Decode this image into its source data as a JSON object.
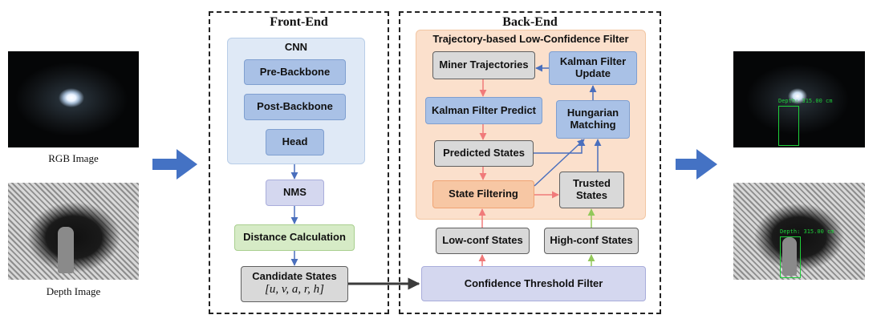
{
  "inputs": {
    "rgb_label": "RGB Image",
    "depth_label": "Depth Image"
  },
  "outputs": {
    "depth_overlay_text": "Depth: 315.00 cm"
  },
  "front_end": {
    "title": "Front-End",
    "cnn": {
      "title": "CNN",
      "pre_backbone": "Pre-Backbone",
      "post_backbone": "Post-Backbone",
      "head": "Head"
    },
    "nms": "NMS",
    "distance": "Distance Calculation",
    "candidate_title": "Candidate States",
    "candidate_vector": "[u, v, a, r, h]"
  },
  "back_end": {
    "title": "Back-End",
    "filter_title": "Trajectory-based Low-Confidence Filter",
    "miner_trajectories": "Miner Trajectories",
    "kalman_update": "Kalman Filter Update",
    "kalman_predict": "Kalman Filter Predict",
    "hungarian": "Hungarian Matching",
    "predicted_states": "Predicted States",
    "state_filtering": "State Filtering",
    "trusted_states": "Trusted States",
    "low_conf": "Low-conf States",
    "high_conf": "High-conf States",
    "threshold_filter": "Confidence Threshold Filter"
  },
  "colors": {
    "big_arrow": "#4472c4",
    "arrow_blue": "#4a6fbd",
    "arrow_red": "#f07a7a",
    "arrow_green": "#92c85a",
    "arrow_dark": "#3b3b3b",
    "detection_box": "#1fcf3a"
  }
}
